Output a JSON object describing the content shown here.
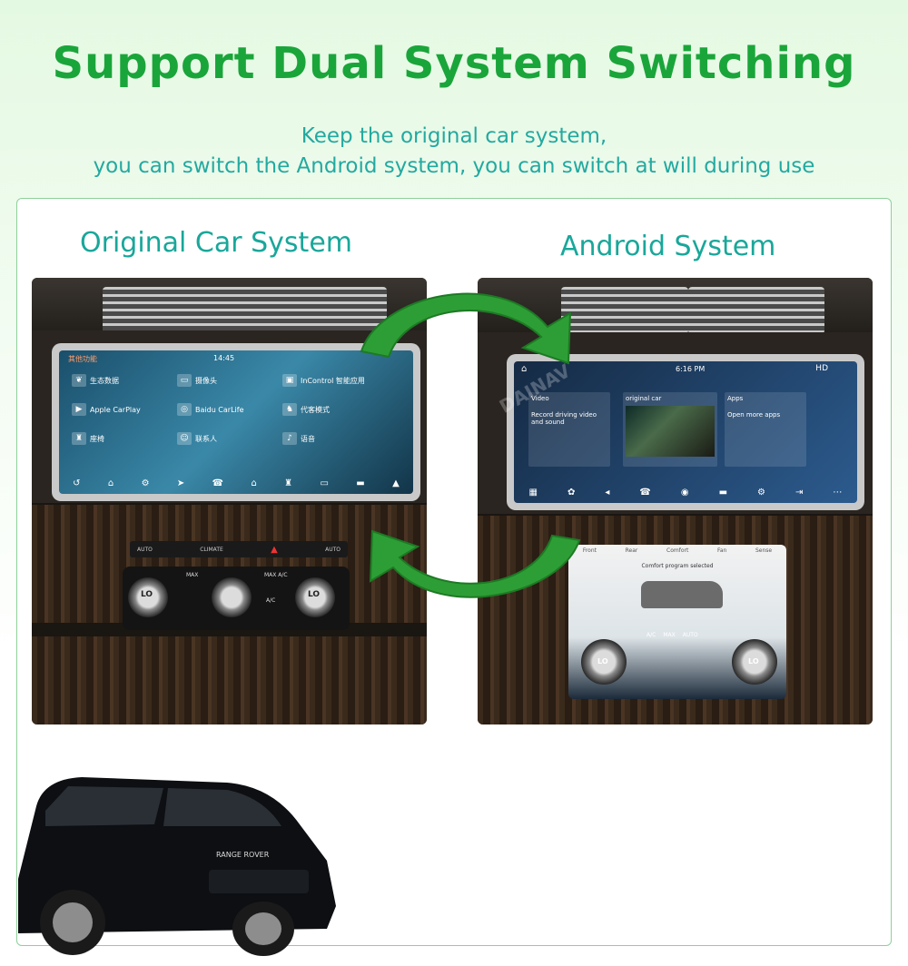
{
  "headline": "Support Dual System Switching",
  "subtitle_line1": "Keep the original car system,",
  "subtitle_line2": "you can switch the Android system, you can switch at will during use",
  "left_title": "Original Car System",
  "right_title": "Android System",
  "watermark": "DAINAV",
  "original_screen": {
    "header_left": "其他功能",
    "time": "14:45",
    "tiles": [
      {
        "label": "生态数据",
        "icon": "leaf-icon"
      },
      {
        "label": "摄像头",
        "icon": "camera-icon"
      },
      {
        "label": "InControl 智能应用",
        "icon": "app-icon"
      },
      {
        "label": "Apple CarPlay",
        "icon": "carplay-icon"
      },
      {
        "label": "Baidu CarLife",
        "icon": "carlife-icon"
      },
      {
        "label": "代客模式",
        "icon": "valet-icon"
      },
      {
        "label": "座椅",
        "icon": "seat-icon"
      },
      {
        "label": "联系人",
        "icon": "contacts-icon"
      },
      {
        "label": "语音",
        "icon": "voice-icon"
      }
    ],
    "dock_icons": [
      "↺",
      "⌂",
      "⚙",
      "➤",
      "☎",
      "⌂",
      "♜",
      "▭",
      "▬",
      "▲"
    ]
  },
  "android_screen": {
    "time": "6:16 PM",
    "hd": "HD",
    "cards": [
      {
        "title": "Video",
        "text": "Record driving video and sound"
      },
      {
        "title": "original car",
        "text": ""
      },
      {
        "title": "Apps",
        "text": "Open more apps"
      }
    ],
    "dock_icons": [
      "▦",
      "✿",
      "◂",
      "☎",
      "◉",
      "▬",
      "⚙",
      "⇥",
      "⋯"
    ]
  },
  "climate_panel": {
    "tabs": [
      "Front",
      "Rear",
      "Comfort",
      "Fan",
      "Sense"
    ],
    "status": "Comfort program selected",
    "buttons": [
      "A/C",
      "MAX",
      "AUTO"
    ],
    "temp_left": "LO",
    "temp_right": "LO"
  },
  "orig_controls": {
    "auto_left": "AUTO",
    "climate": "CLIMATE",
    "auto_right": "AUTO",
    "max": "MAX",
    "max_ac": "MAX A/C",
    "ac": "A/C",
    "temp_left": "LO",
    "temp_right": "LO"
  },
  "brand_text": "RANGE ROVER",
  "colors": {
    "headline": "#1aa53a",
    "subtitle": "#23a9a0",
    "arrow": "#2d9e35",
    "frame": "#8ed09a"
  }
}
